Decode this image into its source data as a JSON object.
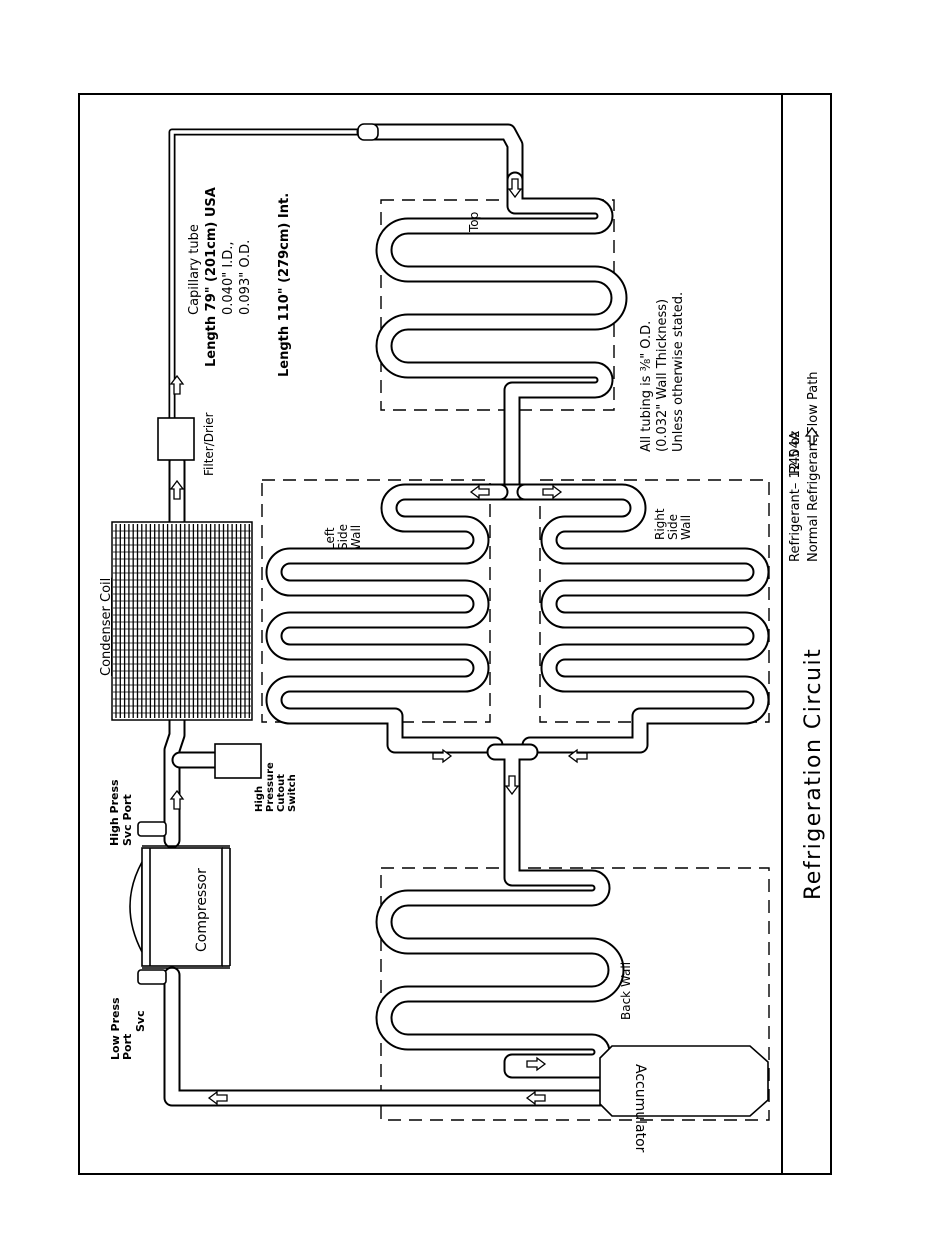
{
  "title": "Refrigeration Circuit",
  "refrigerant_code": "R404A",
  "refrigerant_charge": "Refrigerant– 12.5  oz",
  "flow_legend": "Normal Refrigerant Flow Path",
  "capillary": {
    "line1": "Capillary  tube",
    "line2": "Length 79\" (201cm) USA",
    "line3": "0.040\" I.D.,",
    "line4": "0.093\" O.D.",
    "line5": "Length 110\" (279cm) Int."
  },
  "tubing_note": {
    "line1": "All tubing is ⅜\" O.D.",
    "line2": "(0.032\" Wall Thickness)",
    "line3": "Unless otherwise stated."
  },
  "components": {
    "filter_drier": "Filter/Drier",
    "condenser": "Condenser Coil",
    "compressor": "Compressor",
    "accumulator": "Accumulator",
    "hp_switch": [
      "High",
      "Pressure",
      "Cutout",
      "Switch"
    ],
    "high_port": [
      "High Press",
      "Svc Port"
    ],
    "low_port": [
      "Low Press",
      "Port",
      "Svc"
    ]
  },
  "zones": {
    "top": "Top",
    "left": [
      "Left",
      "Side",
      "Wall"
    ],
    "right": [
      "Right",
      "Side",
      "Wall"
    ],
    "back": "Back Wall"
  },
  "icons": {
    "flow_arrow": "flow-arrow-icon"
  }
}
